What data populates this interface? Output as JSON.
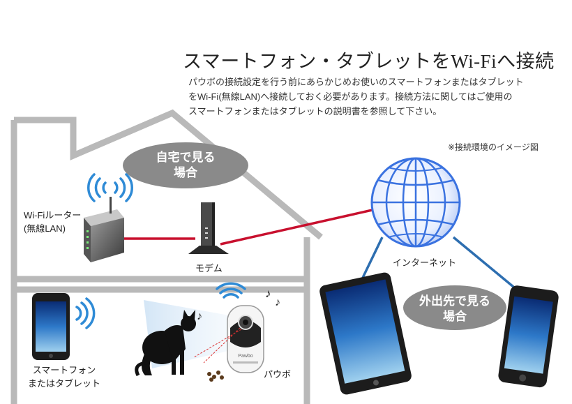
{
  "header": {
    "title": "スマートフォン・タブレットをWi-Fiへ接続",
    "description_lines": [
      "パウボの接続設定を行う前にあらかじめお使いのスマートフォンまたはタブレット",
      "をWi-Fi(無線LAN)へ接続しておく必要があります。接続方法に関してはご使用の",
      "スマートフォンまたはタブレットの説明書を参照して下さい。"
    ],
    "note": "※接続環境のイメージ図"
  },
  "bubbles": {
    "home_line1": "自宅で見る",
    "home_line2": "場合",
    "away_line1": "外出先で見る",
    "away_line2": "場合"
  },
  "labels": {
    "router_line1": "Wi-Fiルーター",
    "router_line2": "(無線LAN)",
    "modem": "モデム",
    "internet": "インターネット",
    "phone_line1": "スマートフォン",
    "phone_line2": "またはタブレット",
    "pawbo": "パウボ",
    "pawbo_logo": "Pawbo"
  },
  "colors": {
    "house_outline": "#b9b9b9",
    "wired_line": "#c8102e",
    "wireless_line": "#2d6eb0",
    "bubble_fill": "#8a8a8a",
    "globe": "#3a72e0",
    "wifi_waves": "#2f8bd6"
  },
  "icons": [
    "wifi-icon",
    "router-icon",
    "modem-icon",
    "globe-icon",
    "tablet-icon",
    "smartphone-icon",
    "pet-camera-icon",
    "cat-icon",
    "music-note-icon",
    "cat-food-icon"
  ]
}
